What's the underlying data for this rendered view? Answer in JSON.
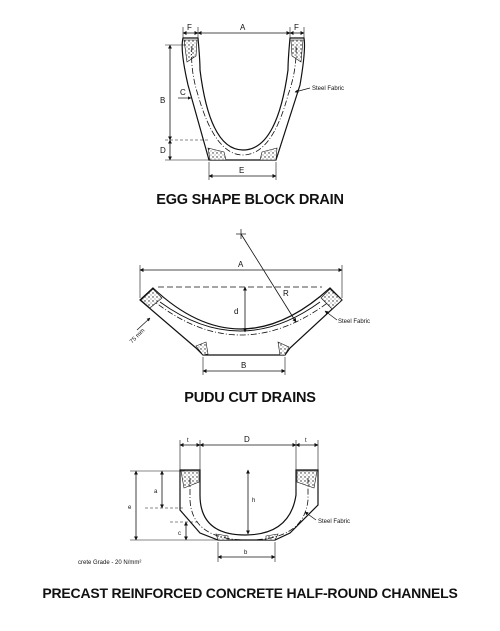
{
  "titles": {
    "egg": "EGG SHAPE BLOCK DRAIN",
    "pudu": "PUDU CUT DRAINS",
    "half_round": "PRECAST REINFORCED CONCRETE HALF-ROUND CHANNELS"
  },
  "egg": {
    "label_f_left": "F",
    "label_a": "A",
    "label_f_right": "F",
    "label_b": "B",
    "label_c": "C",
    "label_d": "D",
    "label_e": "E",
    "steel_fabric": "Steel Fabric"
  },
  "pudu": {
    "label_a": "A",
    "label_r": "R",
    "label_d": "d",
    "label_b": "B",
    "label_75mm": "75 mm",
    "steel_fabric": "Steel Fabric"
  },
  "half_round": {
    "label_t_left": "t",
    "label_d_cap": "D",
    "label_t_right": "t",
    "label_a": "a",
    "label_e": "e",
    "label_h": "h",
    "label_c": "c",
    "label_b": "b",
    "steel_fabric": "Steel Fabric",
    "concrete_grade": "crete Grade - 20 N/mm²"
  },
  "colors": {
    "ink": "#111111",
    "background": "#ffffff"
  }
}
